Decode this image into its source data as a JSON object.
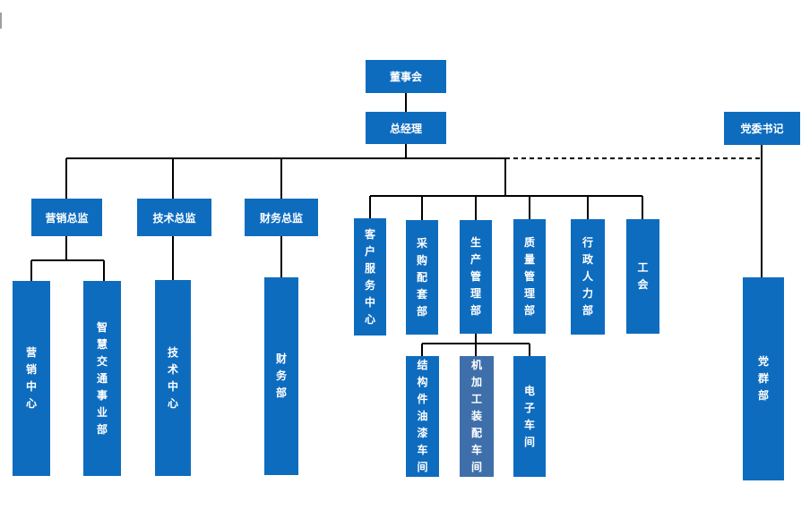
{
  "org_chart": {
    "colors": {
      "box": "#0E6CBF",
      "box_alt": "#3E6FAA",
      "line": "#000000"
    },
    "top": {
      "board": "董事会",
      "gm": "总经理",
      "party_secretary": "党委书记"
    },
    "directors": {
      "marketing": "营销总监",
      "technology": "技术总监",
      "finance": "财务总监"
    },
    "units": {
      "marketing_center": "营销中心",
      "smart_traffic": "智慧交通事业部",
      "tech_center": "技术中心",
      "finance_dept": "财务部",
      "customer_service": "客户服务中心",
      "procurement": "采购配套部",
      "production": "生产管理部",
      "quality": "质量管理部",
      "admin_hr": "行政人力部",
      "union": "工会",
      "party_affairs": "党群部"
    },
    "workshops": {
      "paint": "结构件油漆车间",
      "machining": "机加工装配车间",
      "electronics": "电子车间"
    }
  }
}
